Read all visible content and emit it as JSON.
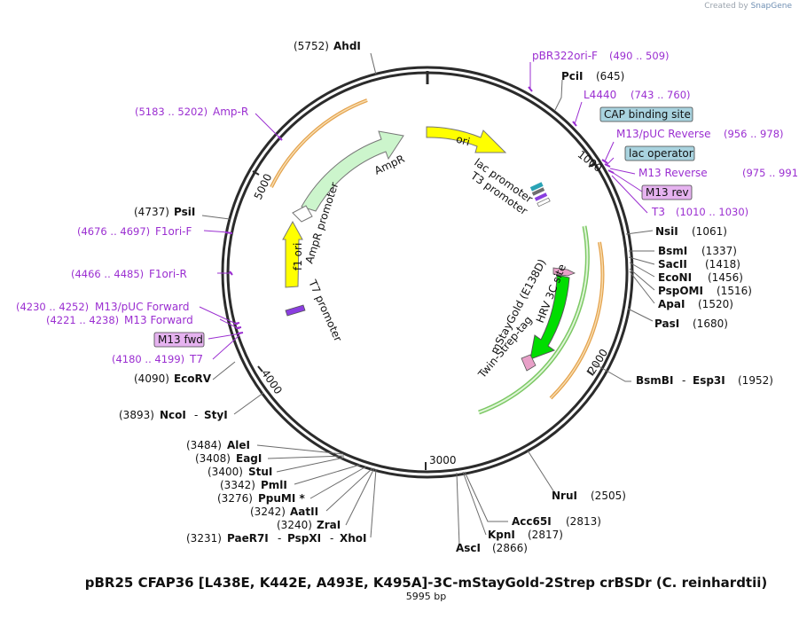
{
  "credit": {
    "prefix": "Created by",
    "brand": "SnapGene"
  },
  "title": "pBR25 CFAP36 [L438E, K442E, A493E, K495A]-3C-mStayGold-2Strep crBSDr (C. reinhardtii)",
  "subtitle": "5995 bp",
  "plasmid_length": 5995,
  "ticks": [
    "1000",
    "2000",
    "3000",
    "4000",
    "5000"
  ],
  "colors": {
    "backbone": "#2b2b2b",
    "enzyme": "#111111",
    "primer": "#9b2fd1",
    "ori": "#ffff00",
    "ampr": "#ccf5cc",
    "f1ori": "#ffff00",
    "insert_green": "#00dd00",
    "orange_track": "#e4a24c",
    "light_green_track": "#a8e49a",
    "cap_box": "#a9d3df",
    "primer_box": "#e6b3f0"
  },
  "features": [
    {
      "label": "ori",
      "type": "ori"
    },
    {
      "label": "AmpR",
      "type": "cds"
    },
    {
      "label": "AmpR promoter",
      "type": "promoter"
    },
    {
      "label": "f1 ori",
      "type": "ori"
    },
    {
      "label": "T7 promoter",
      "type": "promoter"
    },
    {
      "label": "lac promoter",
      "type": "promoter"
    },
    {
      "label": "T3 promoter",
      "type": "promoter"
    },
    {
      "label": "mStayGold (E138D)",
      "type": "cds"
    },
    {
      "label": "HRV 3C site",
      "type": "site"
    },
    {
      "label": "Twin-Strep-tag",
      "type": "tag"
    }
  ],
  "enzymes_right": [
    {
      "name": "PciI",
      "pos": "(645)"
    },
    {
      "name": "NsiI",
      "pos": "(1061)"
    },
    {
      "name": "BsmI",
      "pos": "(1337)"
    },
    {
      "name": "SacII",
      "pos": "(1418)"
    },
    {
      "name": "EcoNI",
      "pos": "(1456)"
    },
    {
      "name": "PspOMI",
      "pos": "(1516)"
    },
    {
      "name": "ApaI",
      "pos": "(1520)"
    },
    {
      "name": "PasI",
      "pos": "(1680)"
    },
    {
      "name": "BsmBI",
      "name2": "Esp3I",
      "pos": "(1952)"
    },
    {
      "name": "NruI",
      "pos": "(2505)"
    },
    {
      "name": "Acc65I",
      "pos": "(2813)"
    },
    {
      "name": "KpnI",
      "pos": "(2817)"
    },
    {
      "name": "AscI",
      "pos": "(2866)"
    }
  ],
  "enzymes_left": [
    {
      "name": "AhdI",
      "pos": "(5752)"
    },
    {
      "name": "PsiI",
      "pos": "(4737)"
    },
    {
      "name": "EcoRV",
      "pos": "(4090)"
    },
    {
      "name": "NcoI",
      "name2": "StyI",
      "pos": "(3893)"
    },
    {
      "name": "AleI",
      "pos": "(3484)"
    },
    {
      "name": "EagI",
      "pos": "(3408)"
    },
    {
      "name": "StuI",
      "pos": "(3400)"
    },
    {
      "name": "PmlI",
      "pos": "(3342)"
    },
    {
      "name": "PpuMI *",
      "pos": "(3276)"
    },
    {
      "name": "AatII",
      "pos": "(3242)"
    },
    {
      "name": "ZraI",
      "pos": "(3240)"
    },
    {
      "name": "PaeR7I",
      "name2": "PspXI",
      "name3": "XhoI",
      "pos": "(3231)"
    }
  ],
  "primers_right": [
    {
      "name": "pBR322ori-F",
      "pos": "(490 .. 509)"
    },
    {
      "name": "L4440",
      "pos": "(743 .. 760)"
    },
    {
      "name": "CAP binding site",
      "pos": ""
    },
    {
      "name": "M13/pUC Reverse",
      "pos": "(956 .. 978)"
    },
    {
      "name": "lac operator",
      "pos": ""
    },
    {
      "name": "M13 Reverse",
      "pos": "(975 .. 991)"
    },
    {
      "name": "M13 rev",
      "pos": ""
    },
    {
      "name": "T3",
      "pos": "(1010 .. 1030)"
    }
  ],
  "primers_left": [
    {
      "name": "Amp-R",
      "pos": "(5183 .. 5202)"
    },
    {
      "name": "F1ori-F",
      "pos": "(4676 .. 4697)"
    },
    {
      "name": "F1ori-R",
      "pos": "(4466 .. 4485)"
    },
    {
      "name": "M13/pUC Forward",
      "pos": "(4230 .. 4252)"
    },
    {
      "name": "M13 Forward",
      "pos": "(4221 .. 4238)"
    },
    {
      "name": "M13 fwd",
      "pos": ""
    },
    {
      "name": "T7",
      "pos": "(4180 .. 4199)"
    }
  ]
}
